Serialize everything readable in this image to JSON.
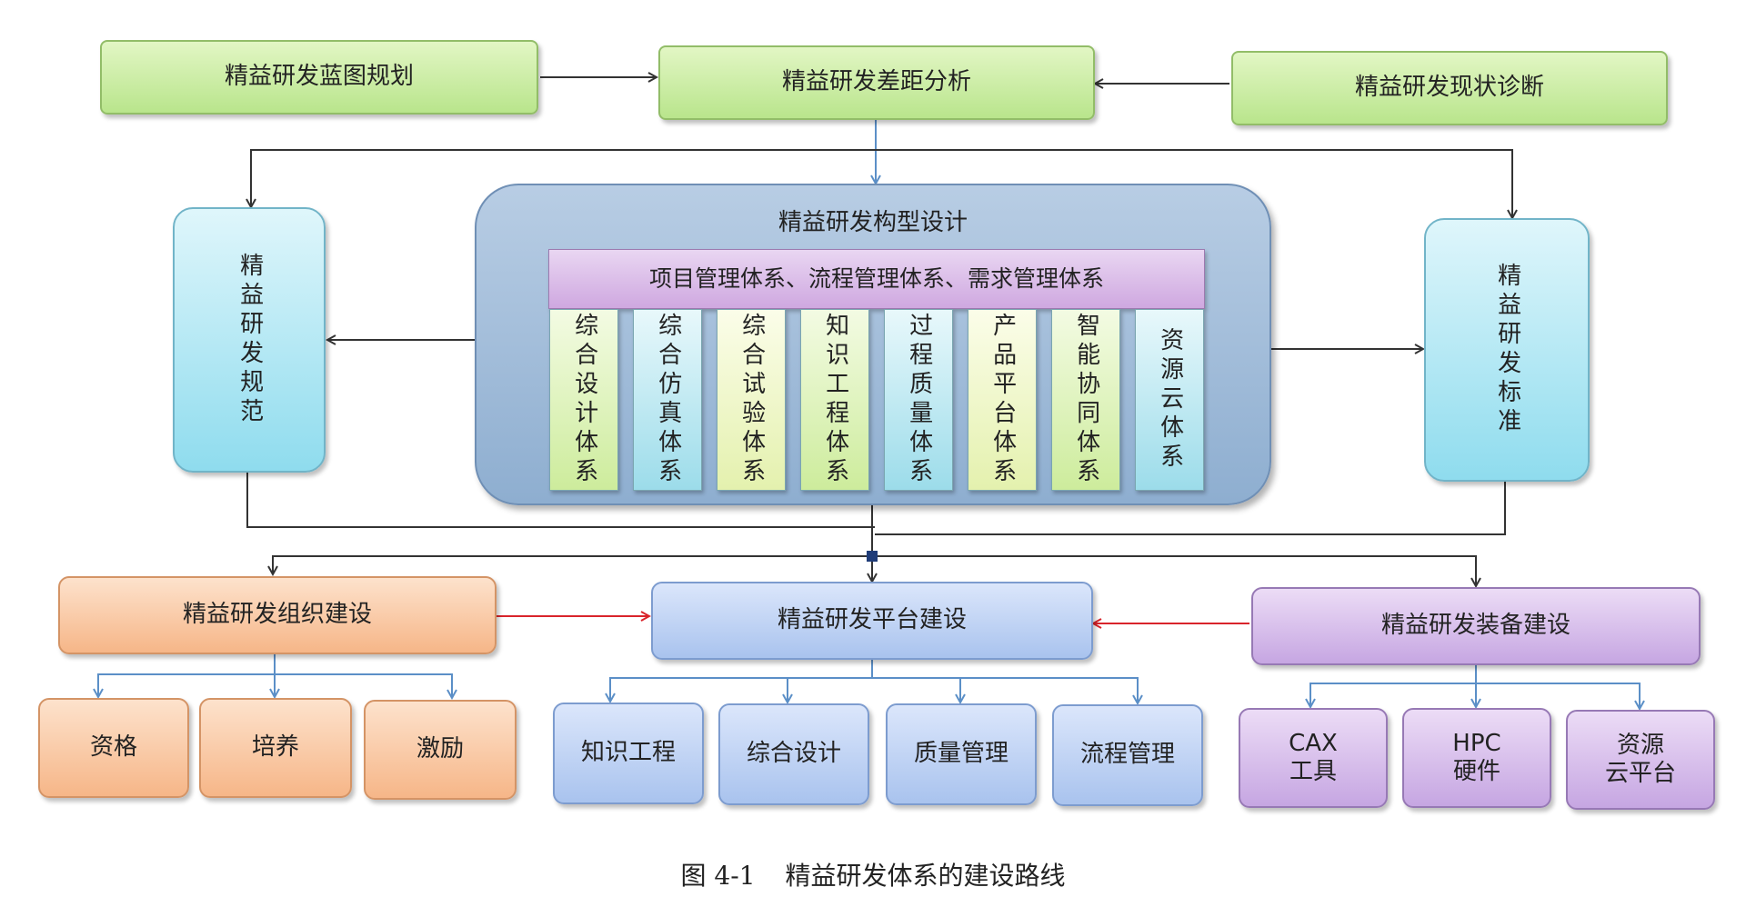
{
  "top": {
    "blueprint": "精益研发蓝图规划",
    "gap": "精益研发差距分析",
    "diagnosis": "精益研发现状诊断"
  },
  "side": {
    "spec": "精益研发规范",
    "standard": "精益研发标准"
  },
  "core": {
    "title": "精益研发构型设计",
    "band": "项目管理体系、流程管理体系、需求管理体系",
    "columns": [
      "综合设计体系",
      "综合仿真体系",
      "综合试验体系",
      "知识工程体系",
      "过程质量体系",
      "产品平台体系",
      "智能协同体系",
      "资源云体系"
    ]
  },
  "construction": {
    "org": "精益研发组织建设",
    "platform": "精益研发平台建设",
    "equipment": "精益研发装备建设"
  },
  "org_items": [
    "资格",
    "培养",
    "激励"
  ],
  "platform_items": [
    "知识工程",
    "综合设计",
    "质量管理",
    "流程管理"
  ],
  "equipment_items": [
    {
      "line1": "CAX",
      "line2": "工具"
    },
    {
      "line1": "HPC",
      "line2": "硬件"
    },
    {
      "line1": "资源",
      "line2": "云平台"
    }
  ],
  "caption": {
    "number": "图 4-1",
    "text": "精益研发体系的建设路线"
  },
  "colors": {
    "connector": "#333333",
    "blue_connector": "#5b8fc7",
    "red_connector": "#d9242b",
    "node_square": "#1f3c78"
  }
}
